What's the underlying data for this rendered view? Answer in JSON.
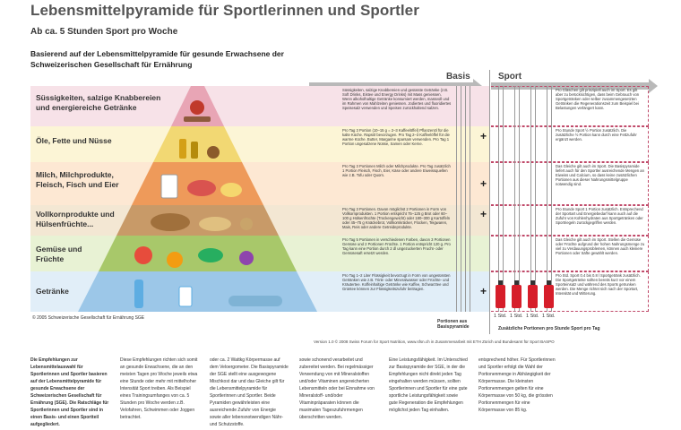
{
  "header": {
    "title": "Lebensmittelpyramide für Sportlerinnen und Sportler",
    "subtitle": "Ab ca. 5 Stunden Sport pro Woche",
    "intro": "Basierend auf der Lebensmittelpyramide für gesunde Erwachsene der Schweizerischen Gesellschaft für Ernährung"
  },
  "columns": {
    "basis": "Basis",
    "sport": "Sport"
  },
  "plus_sign": "+",
  "rows": [
    {
      "label": "Süssigkeiten, salzige Knabbereien und energiereiche Getränke",
      "desc": "Süssigkeiten, salzige Knabbereien und gesüsste Getränke (z.B. Soft Drinks, Eistee und Energy Drinks) mit Mass geniessen. Wenn alkoholhaltige Getränke konsumiert werden, massvoll und im Rahmen von Mahlzeiten geniessen. Jodiertes und fluoridiertes Speisesalz verwenden und Speisen zurückhaltend salzen.",
      "sport_desc": "Pro Gläschen gilt prinzipiell auch im Sport. Es gilt aber zu berücksichtigen, dass beim Gebrauch von Sportgetränken oder selber zusammengesetzten Getränken die Regenerationszeit zum Beispiel bei Belastungen verlängert kann."
    },
    {
      "label": "Öle, Fette und Nüsse",
      "desc": "Pro Tag 3 Portion (10–15 g = 2–3 Kaffeelöffel) Pflanzenöl für die kalte Küche. Rapsöl bevorzugen. Pro Tag 2–3 Kaffeelöffel für die warme Küche. Butter, Margarine sparsam verwenden. Pro Tag 1 Portion ungesalzene Nüsse, Samen oder Kerne.",
      "sport_desc": "Pro Stunde Sport ½ Portion zusätzlich. Die zusätzliche ½ Portion kann durch eine Fettzufuhr ergänzt werden."
    },
    {
      "label": "Milch, Milchprodukte, Fleisch, Fisch und Eier",
      "desc": "Pro Tag 3 Portionen Milch oder Milchprodukte. Pro Tag zusätzlich 1 Portion Fleisch, Fisch, Eier, Käse oder andere Eiweissquellen wie z.B. Tofu oder Quorn.",
      "sport_desc": "Das Gleiche gilt auch im Sport. Die Basispyramide liefert auch für den Sportler ausreichende Mengen an Eiweiss und Calcium, so dass keine zusätzlichen Portionen aus dieser Nahrungsmittelgruppe notwendig sind."
    },
    {
      "label": "Vollkornprodukte und Hülsenfrüchte...",
      "desc": "Pro Tag 3 Portionen. Davon möglichst 2 Portionen in Form von Vollkornprodukten. 1 Portion entspricht 75–125 g Brot oder 60–100 g Hülsenfrüchte (Trockengewicht) oder 180–300 g Kartoffeln oder 45–75 g Knäckebrot, Vollkornkräcker, Flocken, Teigwaren, Mais, Reis oder andere Getreideprodukte.",
      "sport_desc": "Pro Stunde Sport 1 Portion zusätzlich. Entsprechend der Sportart und Energiebedarf kann auch auf die Zufuhr von Kohlenhydraten aus Sportgetränken oder Sportriegeln zurückgegriffen werden."
    },
    {
      "label": "Gemüse und Früchte",
      "desc": "Pro Tag 5 Portionen in verschiedenen Farben, davon 3 Portionen Gemüse und 2 Portionen Früchte. 1 Portion entspricht 120 g. Pro Tag kann eine Portion durch 2 dl ungezuckerten Frucht- oder Gemüsesaft ersetzt werden.",
      "sport_desc": "Das Gleiche gilt auch im Sport. Stellen die Gemüse oder Früchte aufgrund der hohen Nahrungsmenge zu viel zu Verdauungsproblemen, können auch kleinere Portionen oder Säfte gewählt werden."
    },
    {
      "label": "Getränke",
      "desc": "Pro Tag 1–2 Liter Flüssigkeit bevorzugt in Form von ungesüssten Getränken wie z.B. Trink- oder Mineralwasser oder Früchte- und Kräutertee. Koffeinhaltige Getränke wie Kaffee, Schwarztee und Grüntee können zur Flüssigkeitszufuhr beitragen.",
      "sport_desc": "Pro Std. Sport 0.4 bis 0.8 l Sportgetränk zusätzlich. Die Sportgetränke sollten bereits kurz vor einem Sporteinsatz und während des Sports getrunken werden. Die Menge richtet sich nach der Sportart, Intensität und Witterung."
    }
  ],
  "sport_std_labels": [
    "1 Std.",
    "1 Std.",
    "1 Std.",
    "1 Std."
  ],
  "portions": {
    "basis": "Portionen aus Basispyramide",
    "sport": "Zusätzliche Portionen pro Stunde Sport pro Tag"
  },
  "copyright": "© 2005 Schweizerische Gesellschaft für Ernährung SGE",
  "version": "Version 1.0 © 2008 Swiss Forum for Sport Nutrition, www.sfsn.ch in Zusammenarbeit mit ETH Zürich und Bundesamt für Sport BASPO",
  "bottom_text": [
    "Die Empfehlungen zur Lebensmittelauswahl für Sportlerinnen und Sportler basieren auf der Lebensmittelpyramide für gesunde Erwachsene der Schweizerischen Gesellschaft für Ernährung (SGE). Die Ratschläge für Sportlerinnen und Sportler sind in einen Basis- und einen Sportteil aufgegliedert.",
    "Diese Empfehlungen richten sich somit an gesunde Erwachsene, die an den meisten Tagen pro Woche jeweils etwa eine Stunde oder mehr mit mittelhoher Intensität Sport treiben. Als Beispiel eines Trainingsumfanges von ca. 5 Stunden pro Woche werden z.B. Velofahren, Schwimmen oder Joggen betrachtet.",
    "oder ca. 2 Wattkg Körpermasse auf dem Veloergometer. Die Basispyramide der SGE stellt eine ausgewogene Mischkost dar und das Gleiche gilt für die Lebensmittelpyramide für Sportlerinnen und Sportler. Beide Pyramiden gewährleisten eine ausreichende Zufuhr von Energie sowie aller lebensnotwendigen Nähr- und Schutzstoffe.",
    "sowie schonend verarbeitet und zubereitet werden. Bei regelmässiger Verwendung von mit Mineralstoffen und/oder Vitaminen angereicherten Lebensmitteln oder bei Einnahme von Mineralstoff- und/oder Vitaminpräparaten können die maximalen Tageszufuhrmengen überschritten werden.",
    "Eine Leistungsfähigkeit. Im Unterschied zur Basispyramide der SGE, in der die Empfehlungen nicht direkt jeden Tag eingehalten werden müssen, sollten Sportlerinnen und Sportler für eine gute sportliche Leistungsfähigkeit sowie gute Regeneration die Empfehlungen möglichst jeden Tag einhalten.",
    "entsprechend höher. Für Sportlerinnen und Sportler erfolgt die Wahl der Portionenmenge in Abhängigkeit der Körpermasse. Die kleinsten Portionenmengen gelten für eine Körpermasse von 50 kg, die grössten Portionenmengen für eine Körpermasse von 85 kg."
  ],
  "colors": {
    "row_sweets": "#f7e2e8",
    "row_fats": "#fcf5d6",
    "row_protein": "#fde8d3",
    "row_grains": "#f3e7d3",
    "row_fruit": "#e8f2d4",
    "row_drinks": "#e1eef8",
    "sport_border": "#c04a6a",
    "bottle_red": "#d61e2a"
  }
}
